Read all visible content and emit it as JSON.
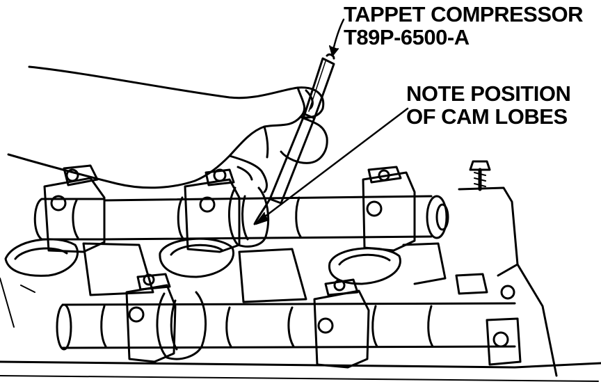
{
  "labels": {
    "tappet_compressor": {
      "line1": "TAPPET COMPRESSOR",
      "line2": "T89P-6500-A"
    },
    "cam_lobes": {
      "line1": "NOTE POSITION",
      "line2": "OF CAM LOBES"
    }
  },
  "colors": {
    "ink": "#000000",
    "paper": "#ffffff"
  }
}
